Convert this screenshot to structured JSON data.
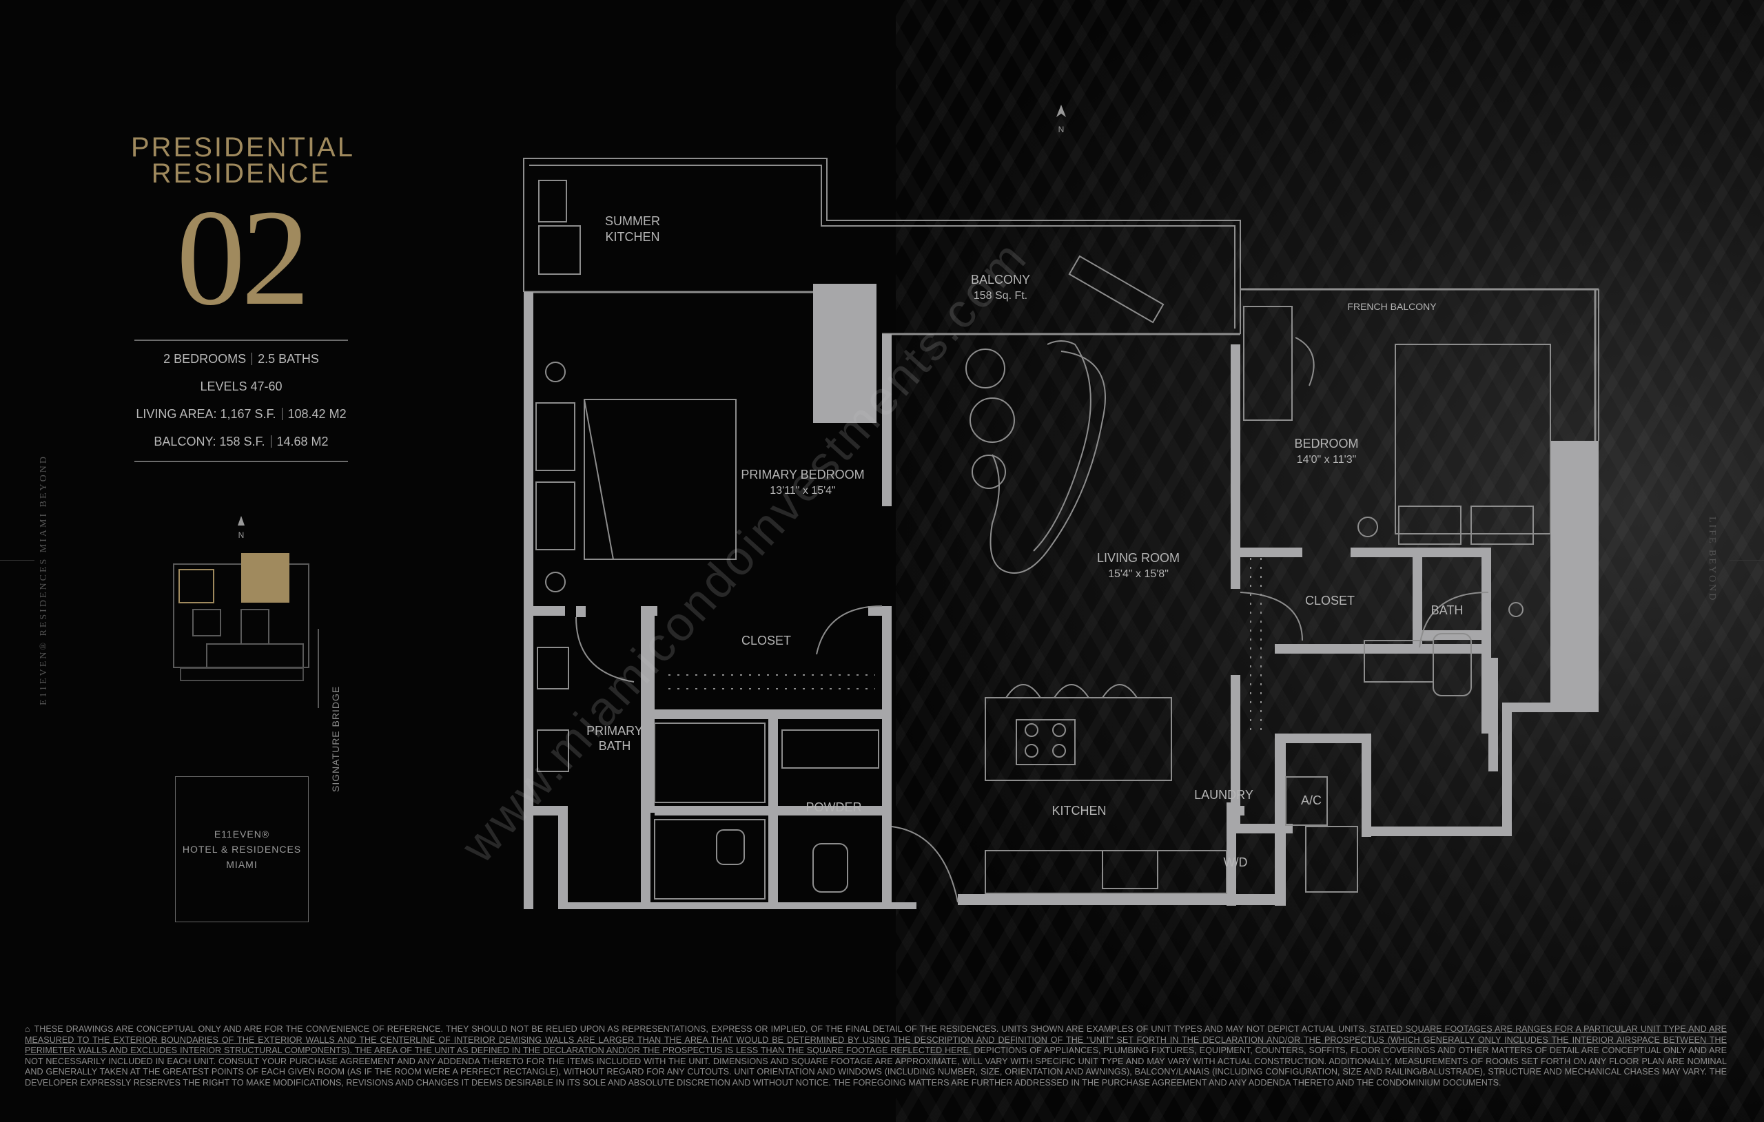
{
  "header": {
    "title_line1": "PRESIDENTIAL",
    "title_line2": "RESIDENCE",
    "unit_number": "02"
  },
  "specs": {
    "bedrooms": "2 BEDROOMS",
    "baths": "2.5 BATHS",
    "levels": "LEVELS 47-60",
    "living_area_label": "LIVING AREA: 1,167 S.F.",
    "living_area_m2": "108.42  M2",
    "balcony_label": "BALCONY: 158 S.F.",
    "balcony_m2": "14.68  M2"
  },
  "key_plan": {
    "north": "N",
    "highlight_color": "#a08a5e"
  },
  "hotel_box": {
    "line1": "E11EVEN®",
    "line2": "HOTEL & RESIDENCES",
    "line3": "MIAMI"
  },
  "side_labels": {
    "left": "E11EVEN® RESIDENCES MIAMI BEYOND",
    "bridge": "SIGNATURE BRIDGE",
    "right": "LIFE BEYOND"
  },
  "compass": {
    "label": "N"
  },
  "rooms": {
    "summer_kitchen_1": "SUMMER",
    "summer_kitchen_2": "KITCHEN",
    "balcony": "BALCONY",
    "balcony_size": "158 Sq. Ft.",
    "french_balcony": "FRENCH BALCONY",
    "primary_bedroom": "PRIMARY BEDROOM",
    "primary_bedroom_size": "13'11\" x 15'4\"",
    "bedroom": "BEDROOM",
    "bedroom_size": "14'0\" x 11'3\"",
    "living_room": "LIVING ROOM",
    "living_room_size": "15'4\" x 15'8\"",
    "closet_1": "CLOSET",
    "closet_2": "CLOSET",
    "bath": "BATH",
    "primary_bath_1": "PRIMARY",
    "primary_bath_2": "BATH",
    "powder": "POWDER",
    "kitchen": "KITCHEN",
    "laundry": "LAUNDRY",
    "ac": "A/C",
    "wd": "W/D"
  },
  "watermark": "www.miamicondoinvestments.com",
  "disclaimer": {
    "part1": "THESE DRAWINGS ARE CONCEPTUAL ONLY AND ARE FOR THE CONVENIENCE OF REFERENCE. THEY SHOULD NOT BE RELIED UPON AS REPRESENTATIONS, EXPRESS OR IMPLIED, OF THE FINAL DETAIL OF THE RESIDENCES. UNITS SHOWN ARE EXAMPLES OF UNIT TYPES AND MAY NOT DEPICT ACTUAL UNITS. ",
    "part2": "STATED SQUARE FOOTAGES ARE RANGES FOR A PARTICULAR UNIT TYPE AND ARE MEASURED TO THE EXTERIOR BOUNDARIES OF THE EXTERIOR WALLS AND THE CENTERLINE OF INTERIOR DEMISING WALLS ARE LARGER THAN THE AREA THAT WOULD BE DETERMINED BY USING THE DESCRIPTION AND DEFINITION OF THE \"UNIT\" SET FORTH IN THE DECLARATION AND/OR THE PROSPECTUS (WHICH GENERALLY ONLY INCLUDES THE INTERIOR AIRSPACE BETWEEN THE PERIMETER WALLS AND EXCLUDES INTERIOR STRUCTURAL COMPONENTS). THE AREA OF THE UNIT AS DEFINED IN THE DECLARATION AND/OR THE PROSPECTUS IS LESS THAN THE SQUARE FOOTAGE REFLECTED HERE.",
    "part3": " DEPICTIONS OF APPLIANCES, PLUMBING FIXTURES, EQUIPMENT, COUNTERS, SOFFITS, FLOOR COVERINGS AND OTHER MATTERS OF DETAIL ARE CONCEPTUAL ONLY AND ARE NOT NECESSARILY INCLUDED IN EACH UNIT. CONSULT YOUR PURCHASE AGREEMENT AND ANY ADDENDA THERETO FOR THE ITEMS INCLUDED WITH THE UNIT. DIMENSIONS AND SQUARE FOOTAGE ARE APPROXIMATE, WILL VARY WITH SPECIFIC UNIT TYPE AND MAY VARY WITH ACTUAL CONSTRUCTION. ADDITIONALLY, MEASUREMENTS OF ROOMS SET FORTH ON ANY FLOOR PLAN ARE NOMINAL AND GENERALLY TAKEN AT THE GREATEST POINTS OF EACH GIVEN ROOM (AS IF THE ROOM WERE A PERFECT RECTANGLE), WITHOUT REGARD FOR ANY CUTOUTS. UNIT ORIENTATION AND WINDOWS (INCLUDING NUMBER, SIZE, ORIENTATION AND AWNINGS), BALCONY/LANAIS (INCLUDING CONFIGURATION, SIZE AND RAILING/BALUSTRADE), STRUCTURE AND MECHANICAL CHASES MAY VARY. THE DEVELOPER EXPRESSLY RESERVES THE RIGHT TO MAKE MODIFICATIONS, REVISIONS AND CHANGES IT DEEMS DESIRABLE IN ITS SOLE AND ABSOLUTE DISCRETION AND WITHOUT NOTICE. THE FOREGOING MATTERS ARE FURTHER ADDRESSED IN THE PURCHASE AGREEMENT AND ANY ADDENDA THERETO AND THE CONDOMINIUM DOCUMENTS."
  },
  "colors": {
    "gold": "#a08a5e",
    "wall": "#a7a7a9",
    "background": "#050505"
  }
}
